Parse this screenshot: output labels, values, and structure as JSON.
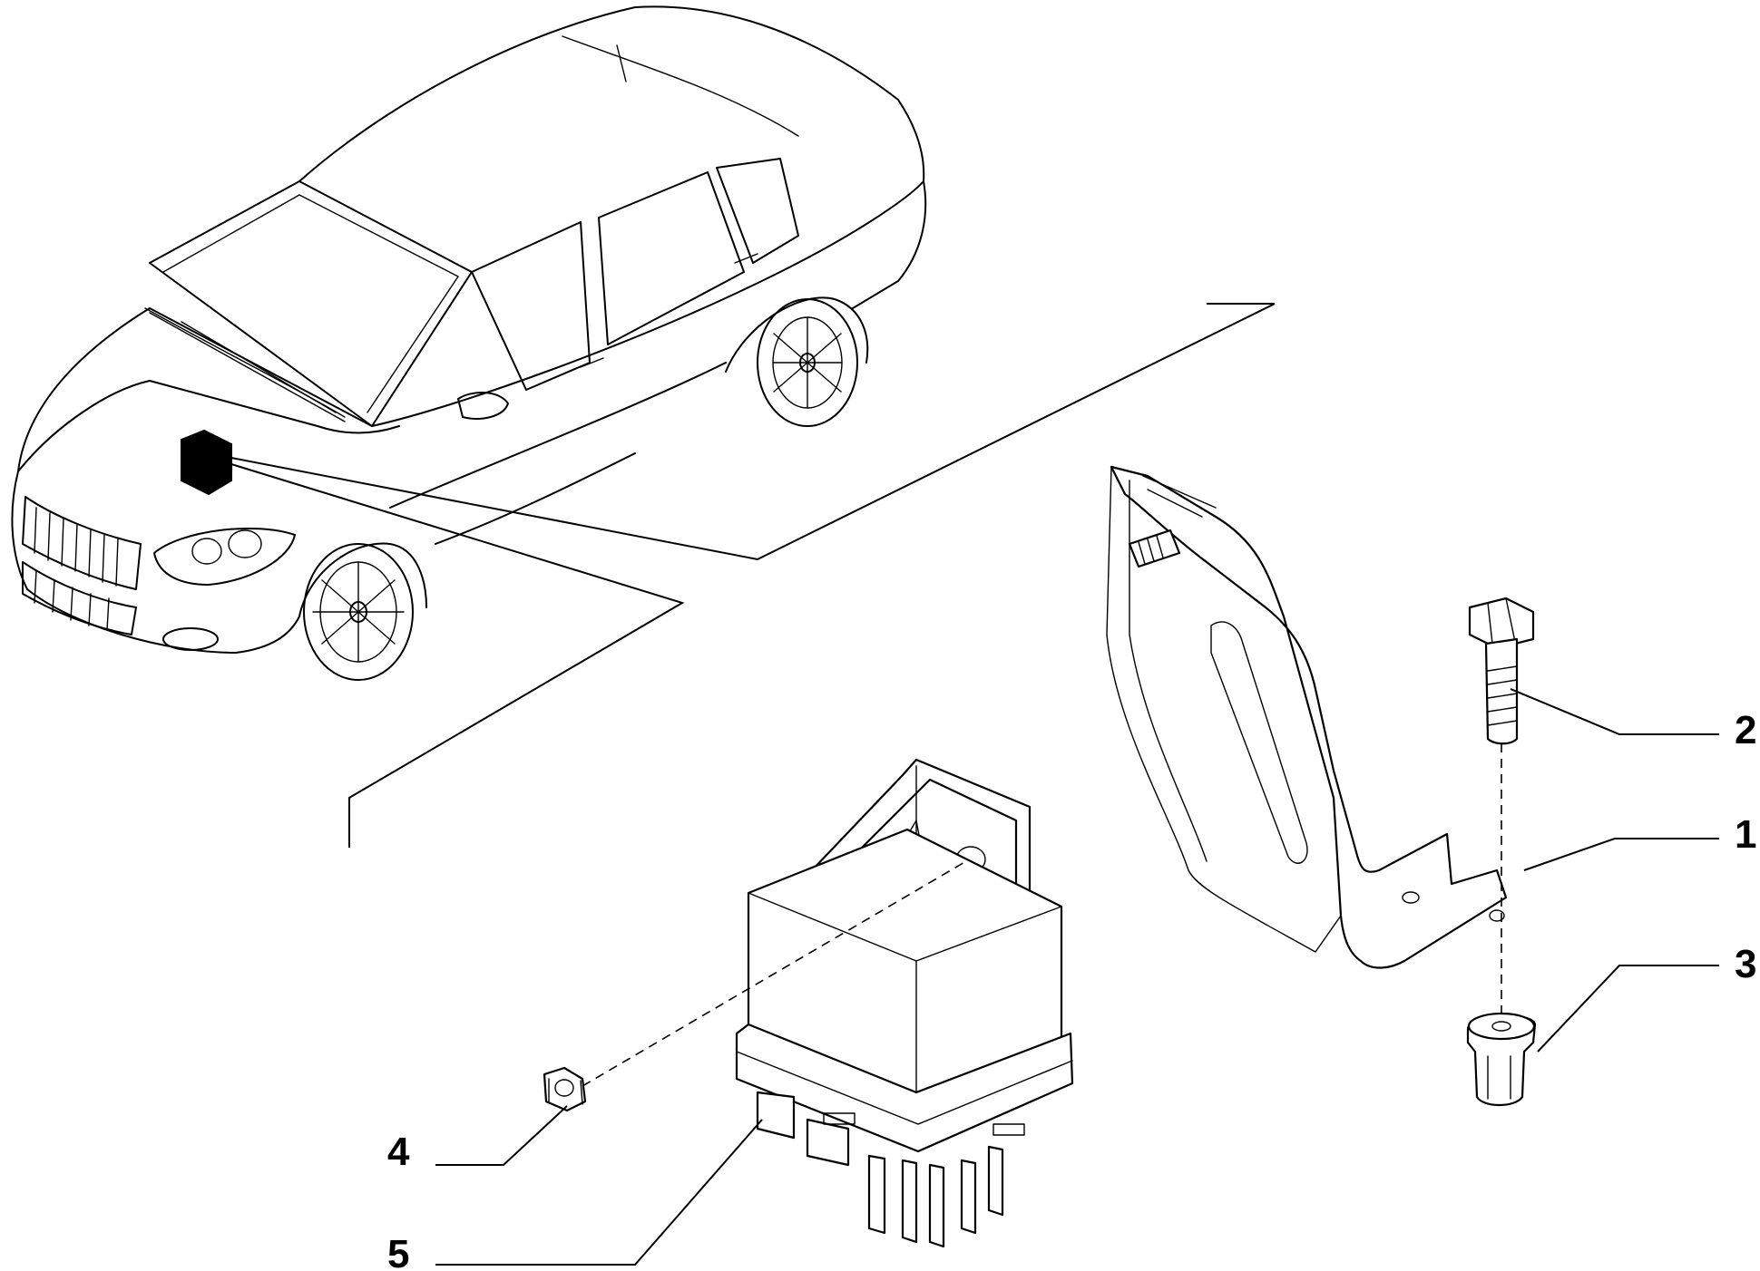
{
  "callouts": [
    {
      "id": "1",
      "label": "1"
    },
    {
      "id": "2",
      "label": "2"
    },
    {
      "id": "3",
      "label": "3"
    },
    {
      "id": "4",
      "label": "4"
    },
    {
      "id": "5",
      "label": "5"
    }
  ],
  "icons": {
    "car": "car-outline-icon",
    "relay": "relay-module-icon",
    "bracket": "bracket-icon",
    "bolt": "bolt-icon",
    "nut": "hex-nut-icon",
    "spacer": "spacer-icon"
  }
}
